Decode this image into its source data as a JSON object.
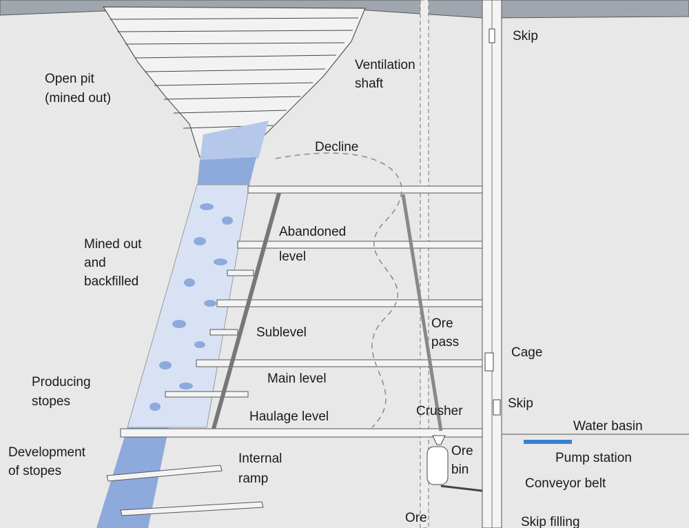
{
  "labels": {
    "open_pit": [
      "Open pit",
      "(mined out)"
    ],
    "ventilation_shaft": [
      "Ventilation",
      "shaft"
    ],
    "skip_top": "Skip",
    "decline": "Decline",
    "abandoned_level": [
      "Abandoned",
      "level"
    ],
    "mined_out_backfilled": [
      "Mined out",
      "and",
      "backfilled"
    ],
    "sublevel": "Sublevel",
    "ore_pass": [
      "Ore",
      "pass"
    ],
    "cage": "Cage",
    "producing_stopes": [
      "Producing",
      "stopes"
    ],
    "main_level": "Main level",
    "skip_lower": "Skip",
    "crusher": "Crusher",
    "haulage_level": "Haulage level",
    "water_basin": "Water basin",
    "development_of_stopes": [
      "Development",
      "of stopes"
    ],
    "internal_ramp": [
      "Internal",
      "ramp"
    ],
    "ore_bin": [
      "Ore",
      "bin"
    ],
    "pump_station": "Pump station",
    "conveyor_belt": "Conveyor belt",
    "ore_bottom": "Ore",
    "skip_filling": "Skip filling"
  },
  "colors": {
    "rock": "#e8e8e8",
    "surface": "#9aa0a8",
    "orebody": "#8ea9dc",
    "orebody_light": "#b6c8ea",
    "level": "#f4f4f4",
    "outline": "#555555",
    "water": "#3a7fd0"
  }
}
